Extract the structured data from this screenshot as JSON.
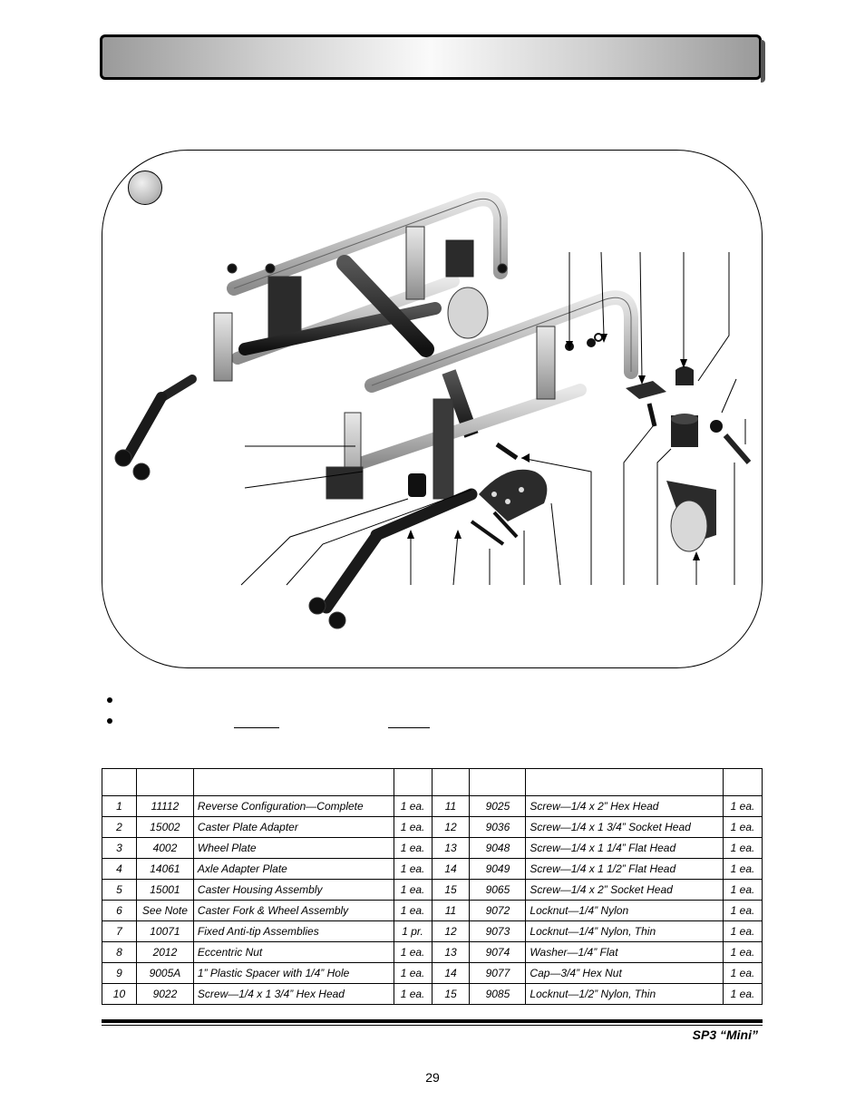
{
  "footer": {
    "model": "SP3 “Mini”",
    "page_number": "29"
  },
  "parts_table": {
    "rows": [
      {
        "l_no": "1",
        "l_part": "11112",
        "l_desc": "Reverse Configuration—Complete",
        "l_qty": "1 ea.",
        "r_no": "11",
        "r_part": "9025",
        "r_desc": "Screw—1/4 x 2” Hex Head",
        "r_qty": "1 ea."
      },
      {
        "l_no": "2",
        "l_part": "15002",
        "l_desc": "Caster Plate Adapter",
        "l_qty": "1 ea.",
        "r_no": "12",
        "r_part": "9036",
        "r_desc": "Screw—1/4 x 1 3/4” Socket Head",
        "r_qty": "1 ea."
      },
      {
        "l_no": "3",
        "l_part": "4002",
        "l_desc": "Wheel Plate",
        "l_qty": "1 ea.",
        "r_no": "13",
        "r_part": "9048",
        "r_desc": "Screw—1/4 x 1 1/4” Flat Head",
        "r_qty": "1 ea."
      },
      {
        "l_no": "4",
        "l_part": "14061",
        "l_desc": "Axle Adapter Plate",
        "l_qty": "1 ea.",
        "r_no": "14",
        "r_part": "9049",
        "r_desc": "Screw—1/4 x 1 1/2” Flat Head",
        "r_qty": "1 ea."
      },
      {
        "l_no": "5",
        "l_part": "15001",
        "l_desc": "Caster Housing Assembly",
        "l_qty": "1 ea.",
        "r_no": "15",
        "r_part": "9065",
        "r_desc": "Screw—1/4 x 2” Socket Head",
        "r_qty": "1 ea."
      },
      {
        "l_no": "6",
        "l_part": "See Note",
        "l_desc": "Caster Fork & Wheel Assembly",
        "l_qty": "1 ea.",
        "r_no": "11",
        "r_part": "9072",
        "r_desc": "Locknut—1/4” Nylon",
        "r_qty": "1 ea."
      },
      {
        "l_no": "7",
        "l_part": "10071",
        "l_desc": "Fixed Anti-tip Assemblies",
        "l_qty": "1 pr.",
        "r_no": "12",
        "r_part": "9073",
        "r_desc": "Locknut—1/4” Nylon, Thin",
        "r_qty": "1 ea."
      },
      {
        "l_no": "8",
        "l_part": "2012",
        "l_desc": "Eccentric Nut",
        "l_qty": "1 ea.",
        "r_no": "13",
        "r_part": "9074",
        "r_desc": "Washer—1/4” Flat",
        "r_qty": "1 ea."
      },
      {
        "l_no": "9",
        "l_part": "9005A",
        "l_desc": "1” Plastic Spacer with 1/4” Hole",
        "l_qty": "1 ea.",
        "r_no": "14",
        "r_part": "9077",
        "r_desc": "Cap—3/4” Hex Nut",
        "r_qty": "1 ea."
      },
      {
        "l_no": "10",
        "l_part": "9022",
        "l_desc": "Screw—1/4 x 1 3/4” Hex Head",
        "l_qty": "1 ea.",
        "r_no": "15",
        "r_part": "9085",
        "r_desc": "Locknut—1/2” Nylon, Thin",
        "r_qty": "1 ea."
      }
    ]
  }
}
